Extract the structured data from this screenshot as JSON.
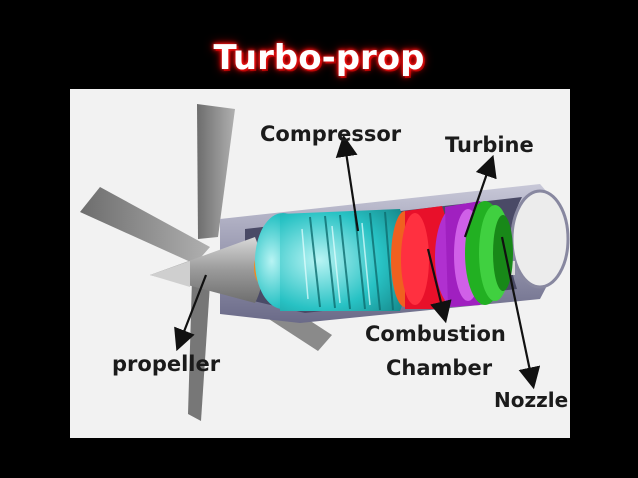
{
  "title": "Turbo-prop",
  "labels": {
    "compressor": "Compressor",
    "turbine": "Turbine",
    "combustion_line1": "Combustion",
    "combustion_line2": "Chamber",
    "propeller": "propeller",
    "nozzle": "Nozzle"
  },
  "colors": {
    "background": "#000000",
    "title_glow": "#ff0000",
    "compressor": "#20c8c8",
    "combustion": "#e8102a",
    "turbine_purple": "#a020c0",
    "turbine_green": "#20b020",
    "casing": "#8a8aa8"
  }
}
